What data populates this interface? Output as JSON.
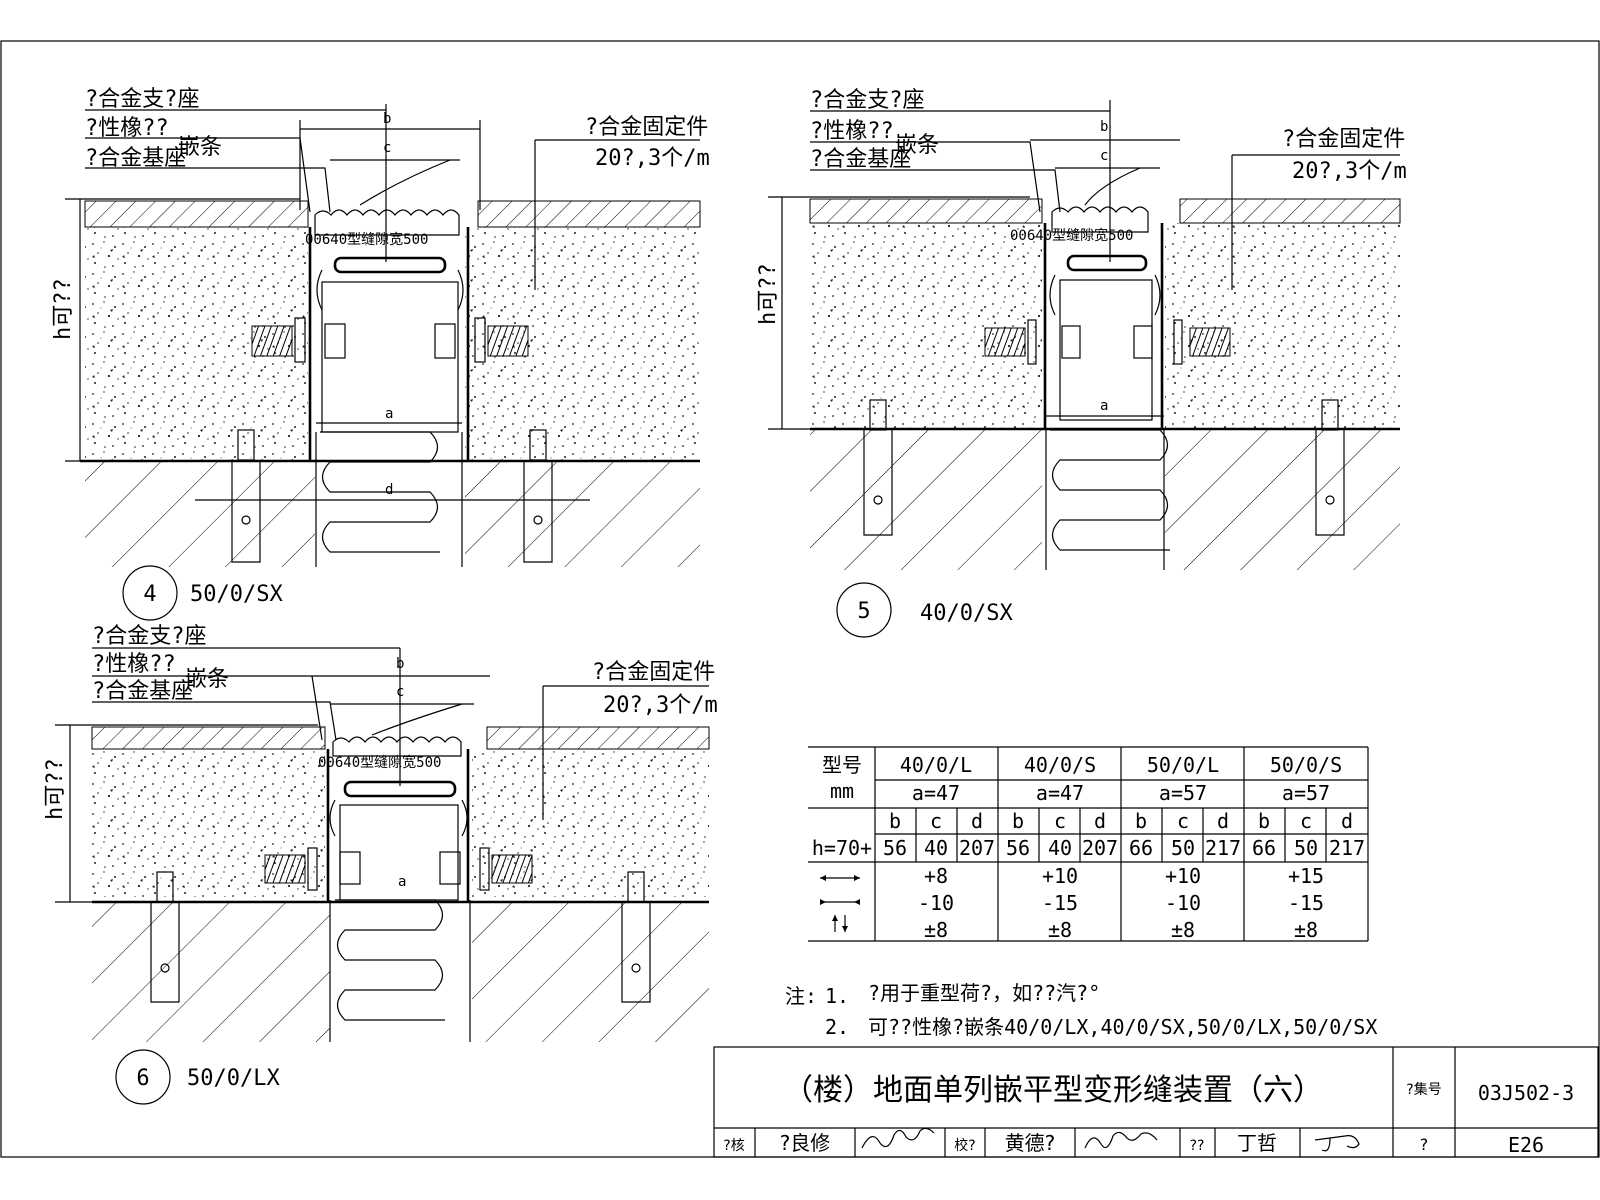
{
  "details": [
    {
      "id": "4",
      "model": "50/0/SX",
      "labels": {
        "support": "?合金支?座",
        "rubber": "?性橡??",
        "strip": "嵌条",
        "base": "?合金基座",
        "fixing": "?合金固定件",
        "fixing_spec": "20?,3个/m",
        "height": "h可??",
        "inner_text": "00640型缝隙宽500"
      },
      "dims": {
        "a": "a",
        "b": "b",
        "c": "c",
        "d": "d"
      }
    },
    {
      "id": "5",
      "model": "40/0/SX",
      "labels": {
        "support": "?合金支?座",
        "rubber": "?性橡??",
        "strip": "嵌条",
        "base": "?合金基座",
        "fixing": "?合金固定件",
        "fixing_spec": "20?,3个/m",
        "height": "h可??",
        "inner_text": "00640型缝隙宽500"
      },
      "dims": {
        "a": "a",
        "b": "b",
        "c": "c"
      }
    },
    {
      "id": "6",
      "model": "50/0/LX",
      "labels": {
        "support": "?合金支?座",
        "rubber": "?性橡??",
        "strip": "嵌条",
        "base": "?合金基座",
        "fixing": "?合金固定件",
        "fixing_spec": "20?,3个/m",
        "height": "h可??",
        "inner_text": "00640型缝隙宽500"
      },
      "dims": {
        "a": "a",
        "b": "b",
        "c": "c"
      }
    }
  ],
  "table": {
    "corner_top": "型号",
    "corner_bottom": "mm",
    "models": [
      "40/0/L",
      "40/0/S",
      "50/0/L",
      "50/0/S"
    ],
    "a_values": [
      "a=47",
      "a=47",
      "a=57",
      "a=57"
    ],
    "sub_headers": [
      "b",
      "c",
      "d"
    ],
    "h_label": "h=70+",
    "bcd": [
      [
        "56",
        "40",
        "207"
      ],
      [
        "56",
        "40",
        "207"
      ],
      [
        "66",
        "50",
        "217"
      ],
      [
        "66",
        "50",
        "217"
      ]
    ],
    "movement_rows": [
      [
        "+8",
        "+10",
        "+10",
        "+15"
      ],
      [
        "-10",
        "-15",
        "-10",
        "-15"
      ],
      [
        "±8",
        "±8",
        "±8",
        "±8"
      ]
    ]
  },
  "notes": {
    "prefix": "注:",
    "items": [
      {
        "num": "1.",
        "text": "?用于重型荷?，如??汽?°"
      },
      {
        "num": "2.",
        "text": "可??性橡?嵌条40/0/LX,40/0/SX,50/0/LX,50/0/SX"
      }
    ]
  },
  "title_block": {
    "title": "（楼）地面单列嵌平型变形缝装置（六）",
    "atlas_label": "?集号",
    "atlas_number": "03J502-3",
    "review_label": "?核",
    "reviewer": "?良修",
    "check_label": "校?",
    "checker": "黄德?",
    "design_label": "??",
    "designer": "丁哲",
    "page_label": "?",
    "page_number": "E26"
  }
}
